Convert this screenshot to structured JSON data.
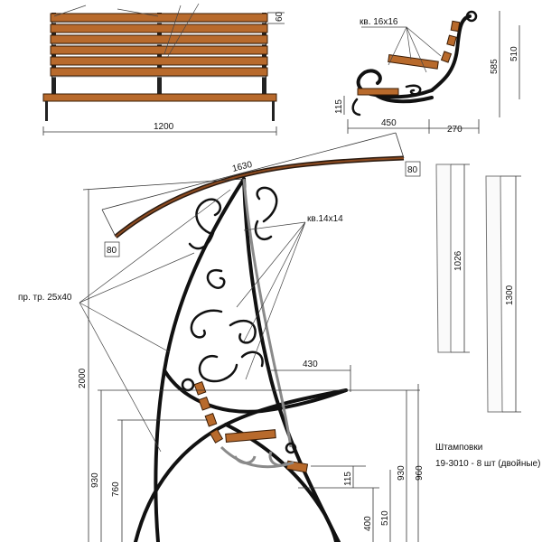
{
  "bench_front": {
    "width_label": "1200",
    "slat_height_label": "60"
  },
  "bench_side": {
    "square_label": "кв. 16х16",
    "depth_label": "450",
    "back_depth_label": "270",
    "overall_height_label": "585",
    "back_height_label": "510",
    "seat_offset_label": "115"
  },
  "swing": {
    "roof_length_label": "1630",
    "roof_end_left_label": "80",
    "roof_end_right_label": "80",
    "square_label": "кв.14х14",
    "pipe_label": "пр. тр. 25х40",
    "height_label": "2000",
    "arm_label": "430",
    "dim_930_left": "930",
    "dim_760": "760",
    "dim_115": "115",
    "dim_930_right": "930",
    "dim_960": "960",
    "dim_400": "400",
    "dim_510": "510"
  },
  "bars": {
    "bar1_label": "1026",
    "bar2_label": "1300"
  },
  "note": {
    "line1": "Штамповки",
    "line2": "19-3010 - 8 шт (двойные)"
  }
}
